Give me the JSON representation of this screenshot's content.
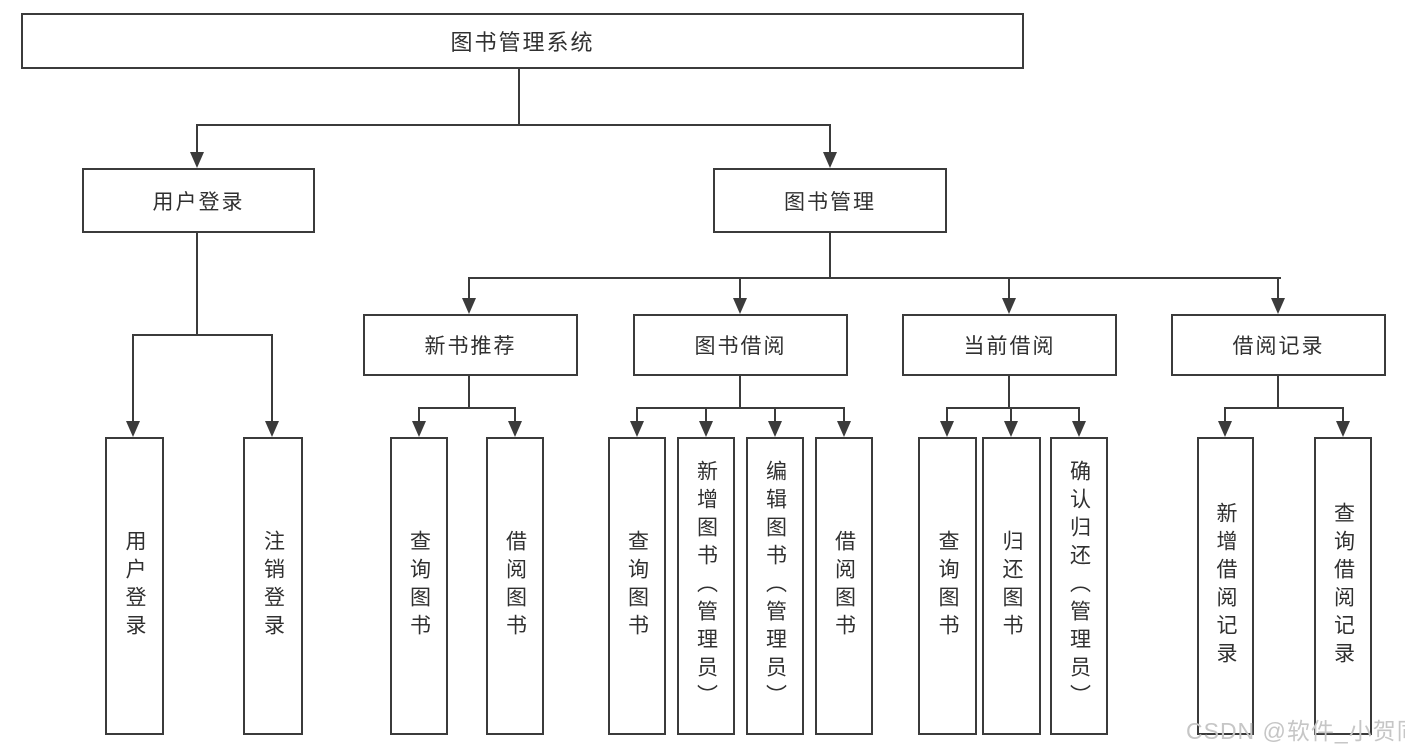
{
  "diagram_title": "图书管理系统",
  "tree": {
    "root": {
      "label": "图书管理系统",
      "children": [
        {
          "label": "用户登录",
          "children": [
            {
              "label": "用户登录"
            },
            {
              "label": "注销登录"
            }
          ]
        },
        {
          "label": "图书管理",
          "children": [
            {
              "label": "新书推荐",
              "children": [
                {
                  "label": "查询图书"
                },
                {
                  "label": "借阅图书"
                }
              ]
            },
            {
              "label": "图书借阅",
              "children": [
                {
                  "label": "查询图书"
                },
                {
                  "label": "新增图书（管理员）"
                },
                {
                  "label": "编辑图书（管理员）"
                },
                {
                  "label": "借阅图书"
                }
              ]
            },
            {
              "label": "当前借阅",
              "children": [
                {
                  "label": "查询图书"
                },
                {
                  "label": "归还图书"
                },
                {
                  "label": "确认归还（管理员）"
                }
              ]
            },
            {
              "label": "借阅记录",
              "children": [
                {
                  "label": "新增借阅记录"
                },
                {
                  "label": "查询借阅记录"
                }
              ]
            }
          ]
        }
      ]
    }
  },
  "watermark": {
    "text": "CSDN @软件_小贺同学"
  },
  "colors": {
    "line": "#3b3b3b",
    "text": "#303030",
    "background": "#ffffff",
    "watermark": "#c6c6c6"
  }
}
